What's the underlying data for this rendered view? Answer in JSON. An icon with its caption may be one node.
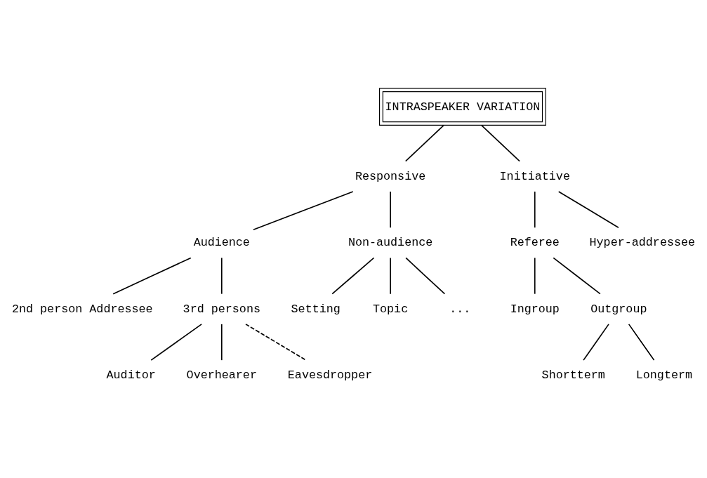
{
  "diagram": {
    "nodes": [
      {
        "text": [
          "INTRASPEAKER VARIATION"
        ]
      },
      {
        "text": [
          "Responsive"
        ]
      },
      {
        "text": [
          "Initiative"
        ]
      },
      {
        "text": [
          "Audience"
        ]
      },
      {
        "text": [
          "Non-audience"
        ]
      },
      {
        "text": [
          "Referee"
        ]
      },
      {
        "text": [
          "Hyper-addressee"
        ]
      },
      {
        "text": [
          "2nd person Addressee"
        ]
      },
      {
        "text": [
          "3rd persons"
        ]
      },
      {
        "text": [
          "Setting"
        ]
      },
      {
        "text": [
          "Topic"
        ]
      },
      {
        "text": [
          "..."
        ]
      },
      {
        "text": [
          "Ingroup"
        ]
      },
      {
        "text": [
          "Outgroup"
        ]
      },
      {
        "text": [
          "Auditor"
        ]
      },
      {
        "text": [
          "Overhearer"
        ]
      },
      {
        "text": [
          "Eavesdropper"
        ]
      },
      {
        "text": [
          "Shortterm"
        ]
      },
      {
        "text": [
          "Longterm"
        ]
      }
    ],
    "edges": [
      {
        "from": 0,
        "to": 1,
        "arrow": "none"
      },
      {
        "from": 0,
        "to": 2,
        "arrow": "none"
      },
      {
        "from": 1,
        "to": 3,
        "arrow": "none"
      },
      {
        "from": 1,
        "to": 4,
        "arrow": "none"
      },
      {
        "from": 2,
        "to": 5,
        "arrow": "none"
      },
      {
        "from": 2,
        "to": 6,
        "arrow": "none"
      },
      {
        "from": 3,
        "to": 7,
        "arrow": "none"
      },
      {
        "from": 3,
        "to": 8,
        "arrow": "none"
      },
      {
        "from": 4,
        "to": 9,
        "arrow": "none"
      },
      {
        "from": 4,
        "to": 10,
        "arrow": "none"
      },
      {
        "from": 4,
        "to": 11,
        "arrow": "none"
      },
      {
        "from": 5,
        "to": 12,
        "arrow": "none"
      },
      {
        "from": 5,
        "to": 13,
        "arrow": "none"
      },
      {
        "from": 8,
        "to": 14,
        "arrow": "none"
      },
      {
        "from": 8,
        "to": 15,
        "arrow": "none"
      },
      {
        "from": 8,
        "to": 16,
        "arrow": "none",
        "style": "dashed"
      },
      {
        "from": 13,
        "to": 17,
        "arrow": "none"
      },
      {
        "from": 13,
        "to": 18,
        "arrow": "none"
      }
    ]
  }
}
